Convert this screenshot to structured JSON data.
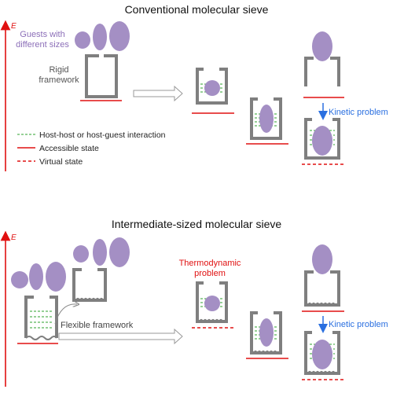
{
  "top": {
    "title": "Conventional molecular sieve",
    "energy_label": "E",
    "guests_label_line1": "Guests with",
    "guests_label_line2": "different sizes",
    "rigid_label_line1": "Rigid",
    "rigid_label_line2": "framework",
    "kinetic_label": "Kinetic problem",
    "legend": {
      "interaction": "Host-host or host-guest interaction",
      "accessible": "Accessible state",
      "virtual": "Virtual state"
    }
  },
  "bottom": {
    "title": "Intermediate-sized molecular sieve",
    "energy_label": "E",
    "thermo_line1": "Thermodynamic",
    "thermo_line2": "problem",
    "flexible_label": "Flexible framework",
    "kinetic_label": "Kinetic problem"
  },
  "colors": {
    "guest": "#a48fc4",
    "framework": "#7f7f7f",
    "accessible": "#e01010",
    "interaction": "#2ea02e",
    "kinetic": "#2a6fe0",
    "thermo": "#e01010",
    "axis": "#e01010"
  }
}
